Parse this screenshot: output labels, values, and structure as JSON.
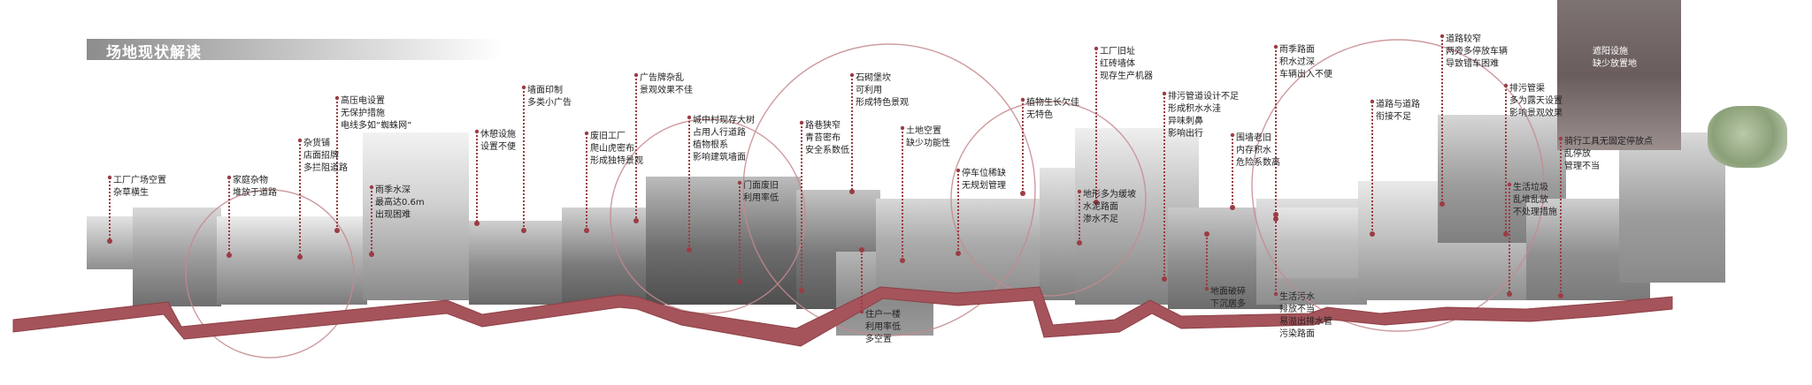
{
  "title": "场地现状解读",
  "colors": {
    "path": "#a4545a",
    "path_dark": "#8f3f45",
    "guide_line": "#9b3c44",
    "guide_dot": "#9b3c44",
    "circle_stroke": "#c58a8e",
    "title_gray": "#9a9a9a"
  },
  "annotations": [
    {
      "id": "a1",
      "lines": [
        "工厂广场空置",
        "杂草横生"
      ]
    },
    {
      "id": "a2",
      "lines": [
        "家庭杂物",
        "堆放于道路"
      ]
    },
    {
      "id": "a3",
      "lines": [
        "杂货铺",
        "店面招牌",
        "多拦阻道路"
      ]
    },
    {
      "id": "a4",
      "lines": [
        "高压电设置",
        "无保护措施",
        "电线多如“蜘蛛网”"
      ]
    },
    {
      "id": "a5",
      "lines": [
        "雨季水深",
        "最高达0.6m",
        "出现困难"
      ]
    },
    {
      "id": "a6",
      "lines": [
        "休憩设施",
        "设置不便"
      ]
    },
    {
      "id": "a7",
      "lines": [
        "墙面印制",
        "多类小广告"
      ]
    },
    {
      "id": "a8",
      "lines": [
        "废旧工厂",
        "爬山虎密布",
        "形成独特景观"
      ]
    },
    {
      "id": "a9",
      "lines": [
        "广告牌杂乱",
        "景观效果不佳"
      ]
    },
    {
      "id": "a10",
      "lines": [
        "城中村现存大树",
        "占用人行道路",
        "植物根系",
        "影响建筑墙面"
      ]
    },
    {
      "id": "a11",
      "lines": [
        "门面废旧",
        "利用率低"
      ]
    },
    {
      "id": "a12",
      "lines": [
        "路巷狭窄",
        "青苔密布",
        "安全系数低"
      ]
    },
    {
      "id": "a13",
      "lines": [
        "石砌堡坎",
        "可利用",
        "形成特色景观"
      ]
    },
    {
      "id": "a14",
      "lines": [
        "土地空置",
        "缺少功能性"
      ]
    },
    {
      "id": "a15",
      "lines": [
        "停车位稀缺",
        "无规划管理"
      ]
    },
    {
      "id": "a16",
      "lines": [
        "住户一楼",
        "利用率低",
        "多空置"
      ]
    },
    {
      "id": "a17",
      "lines": [
        "植物生长欠佳",
        "无特色"
      ]
    },
    {
      "id": "a18",
      "lines": [
        "工厂旧址",
        "红砖墙体",
        "现存生产机器"
      ]
    },
    {
      "id": "a19",
      "lines": [
        "地形多为缓坡",
        "水泥路面",
        "渗水不足"
      ]
    },
    {
      "id": "a20",
      "lines": [
        "排污管道设计不足",
        "形成积水水洼",
        "异味刺鼻",
        "影响出行"
      ]
    },
    {
      "id": "a21",
      "lines": [
        "地面破碎",
        "下沉居多"
      ]
    },
    {
      "id": "a22",
      "lines": [
        "围墙老旧",
        "内存积水",
        "危险系数高"
      ]
    },
    {
      "id": "a23",
      "lines": [
        "雨季路面",
        "积水过深",
        "车辆出入不便"
      ]
    },
    {
      "id": "a24",
      "lines": [
        "生活污水",
        "排放不当",
        "易溢出排水管",
        "污染路面"
      ]
    },
    {
      "id": "a25",
      "lines": [
        "道路与道路",
        "衔接不足"
      ]
    },
    {
      "id": "a26",
      "lines": [
        "道路较窄",
        "两旁多停放车辆",
        "导致错车困难"
      ]
    },
    {
      "id": "a27",
      "lines": [
        "排污管渠",
        "多为露天设置",
        "影响景观效果"
      ]
    },
    {
      "id": "a28",
      "lines": [
        "遮阳设施",
        "缺少放置地"
      ]
    },
    {
      "id": "a29",
      "lines": [
        "骑行工具无固定停放点",
        "乱停放",
        "管理不当"
      ]
    },
    {
      "id": "a30",
      "lines": [
        "生活垃圾",
        "乱堆乱放",
        "不处理措施"
      ]
    }
  ]
}
